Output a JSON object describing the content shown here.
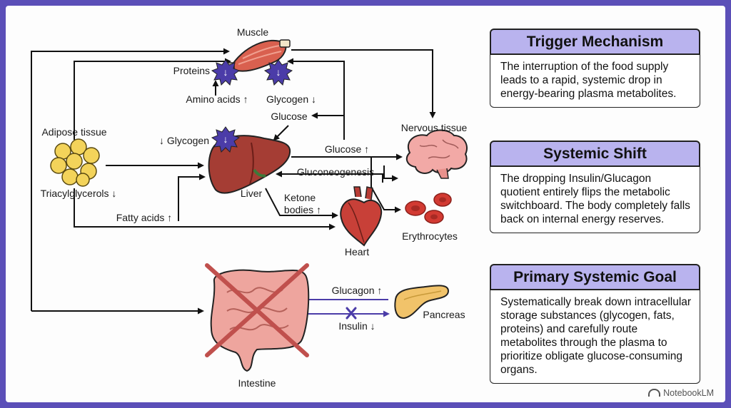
{
  "diagram": {
    "labels": {
      "muscle": "Muscle",
      "proteins": "Proteins",
      "amino_acids": "Amino acids ↑",
      "glycogen_muscle": "Glycogen ↓",
      "glucose_top": "Glucose",
      "glycogen_liver": "↓ Glycogen",
      "adipose": "Adipose tissue",
      "triacylglycerols": "Triacylglycerols ↓",
      "fatty_acids": "Fatty acids ↑",
      "liver": "Liver",
      "glucose_right": "Glucose ↑",
      "nervous": "Nervous tissue",
      "gluconeogenesis": "Gluconeogenesis",
      "ketone_line1": "Ketone",
      "ketone_line2": "bodies ↑",
      "heart": "Heart",
      "erythrocytes": "Erythrocytes",
      "glucagon": "Glucagon ↑",
      "insulin": "Insulin ↓",
      "pancreas": "Pancreas",
      "intestine": "Intestine"
    }
  },
  "cards": [
    {
      "title": "Trigger Mechanism",
      "body": "The interruption of the food supply leads to a rapid, systemic drop in energy-bearing plasma metabolites."
    },
    {
      "title": "Systemic Shift",
      "body": "The dropping Insulin/Glucagon quotient entirely flips the metabolic switchboard. The body completely falls back on internal energy reserves."
    },
    {
      "title": "Primary Systemic Goal",
      "body": "Systematically break down intracellular storage substances (glycogen, fats, proteins) and carefully route metabolites through the plasma to prioritize obligate glucose-consuming organs."
    }
  ],
  "branding": "NotebookLM",
  "colors": {
    "frame": "#5b4fb8",
    "card_header": "#b9b3ee",
    "burst": "#4b3ca8",
    "hormone_arrow": "#4b3ca8",
    "cross": "#c0504d"
  }
}
